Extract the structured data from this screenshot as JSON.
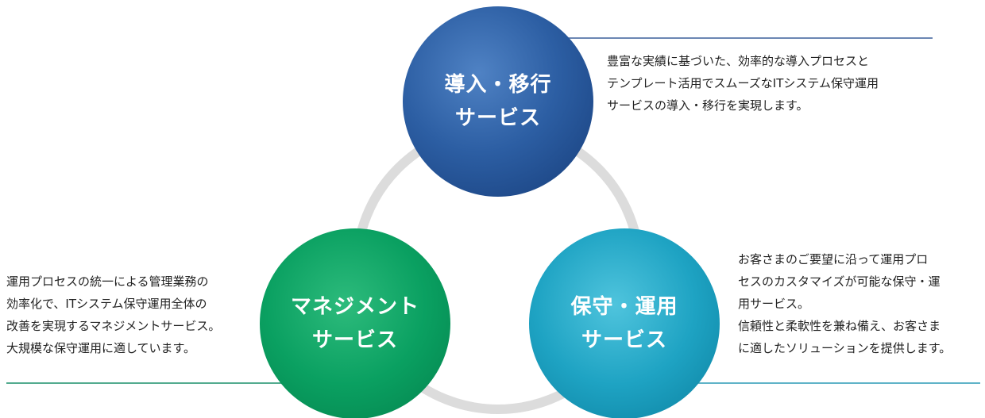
{
  "colors": {
    "ring": "#dcdcdc",
    "blue": "#2a5b9f",
    "green": "#0a9a5c",
    "teal": "#1a9bbc",
    "line_blue": "#3a5f9a",
    "line_green": "#1a8f6a",
    "line_teal": "#2a9ab5"
  },
  "nodes": {
    "top": {
      "title_line1": "導入・移行",
      "title_line2": "サービス",
      "desc": [
        "豊富な実績に基づいた、効率的な導入プロセスと",
        "テンプレート活用でスムーズなITシステム保守運用",
        "サービスの導入・移行を実現します。"
      ]
    },
    "left": {
      "title_line1": "マネジメント",
      "title_line2": "サービス",
      "desc": [
        "運用プロセスの統一による管理業務の",
        "効率化で、ITシステム保守運用全体の",
        "改善を実現するマネジメントサービス。",
        "大規模な保守運用に適しています。"
      ]
    },
    "right": {
      "title_line1": "保守・運用",
      "title_line2": "サービス",
      "desc": [
        "お客さまのご要望に沿って運用プロ",
        "セスのカスタマイズが可能な保守・運",
        "用サービス。",
        "信頼性と柔軟性を兼ね備え、お客さま",
        "に適したソリューションを提供します。"
      ]
    }
  }
}
